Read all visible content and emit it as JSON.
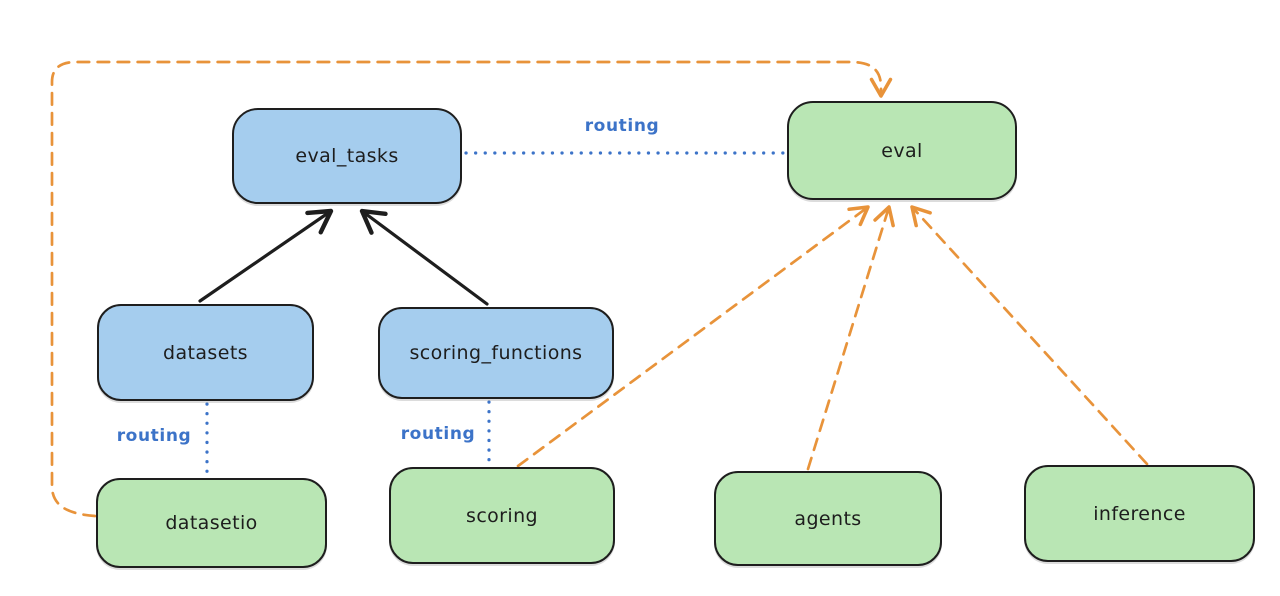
{
  "diagram": {
    "background": "#ffffff",
    "colors": {
      "node_stroke": "#1e1e1e",
      "blue_fill": "#a5cdee",
      "green_fill": "#b9e6b4",
      "solid_arrow": "#1e1e1e",
      "dashed_arrow": "#e8933a",
      "routing_line": "#3c73c8",
      "routing_text": "#3c73c8"
    },
    "nodes": [
      {
        "id": "eval_tasks",
        "label": "eval_tasks",
        "fill": "#a5cdee"
      },
      {
        "id": "eval",
        "label": "eval",
        "fill": "#b9e6b4"
      },
      {
        "id": "datasets",
        "label": "datasets",
        "fill": "#a5cdee"
      },
      {
        "id": "scoring_functions",
        "label": "scoring_functions",
        "fill": "#a5cdee"
      },
      {
        "id": "datasetio",
        "label": "datasetio",
        "fill": "#b9e6b4"
      },
      {
        "id": "scoring",
        "label": "scoring",
        "fill": "#b9e6b4"
      },
      {
        "id": "agents",
        "label": "agents",
        "fill": "#b9e6b4"
      },
      {
        "id": "inference",
        "label": "inference",
        "fill": "#b9e6b4"
      }
    ],
    "edges": [
      {
        "from": "datasets",
        "to": "eval_tasks",
        "style": "solid-arrow",
        "color": "#1e1e1e"
      },
      {
        "from": "scoring_functions",
        "to": "eval_tasks",
        "style": "solid-arrow",
        "color": "#1e1e1e"
      },
      {
        "from": "eval_tasks",
        "to": "eval",
        "style": "dotted-line",
        "color": "#3c73c8",
        "label": "routing"
      },
      {
        "from": "datasets",
        "to": "datasetio",
        "style": "dotted-line",
        "color": "#3c73c8",
        "label": "routing"
      },
      {
        "from": "scoring_functions",
        "to": "scoring",
        "style": "dotted-line",
        "color": "#3c73c8",
        "label": "routing"
      },
      {
        "from": "datasetio",
        "to": "eval",
        "style": "dashed-arrow",
        "color": "#e8933a"
      },
      {
        "from": "scoring",
        "to": "eval",
        "style": "dashed-arrow",
        "color": "#e8933a"
      },
      {
        "from": "agents",
        "to": "eval",
        "style": "dashed-arrow",
        "color": "#e8933a"
      },
      {
        "from": "inference",
        "to": "eval",
        "style": "dashed-arrow",
        "color": "#e8933a"
      }
    ]
  }
}
